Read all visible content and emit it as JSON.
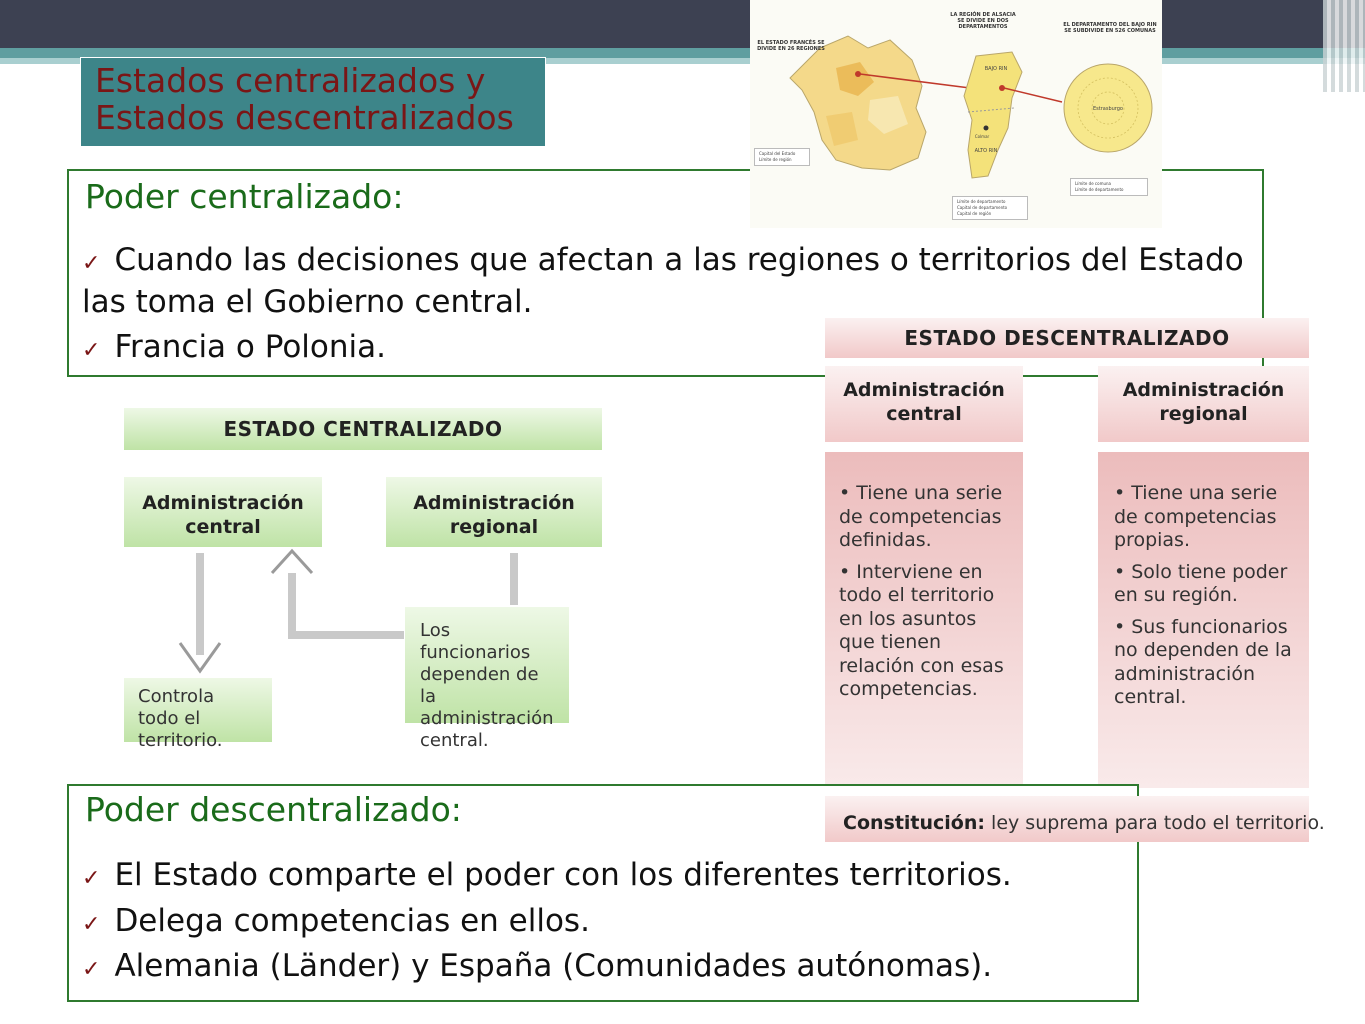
{
  "title": {
    "line1": "Estados centralizados y",
    "line2": "Estados descentralizados"
  },
  "map": {
    "caption_left": "EL ESTADO FRANCÉS SE DIVIDE EN 26 REGIONES",
    "caption_mid": "LA REGIÓN DE ALSACIA SE DIVIDE EN DOS DEPARTAMENTOS",
    "caption_right": "EL DEPARTAMENTO DEL BAJO RIN SE SUBDIVIDE EN 526 COMUNAS",
    "legend_left": [
      "Capital del Estado",
      "Límite de región"
    ],
    "legend_mid": [
      "Límite de departamento",
      "Capital de departamento",
      "Capital de región"
    ],
    "legend_right": [
      "Límite de comuna",
      "Límite de departamento"
    ],
    "label_bajo_rin": "BAJO RIN",
    "label_alto_rin": "ALTO RIN",
    "label_strasbourg": "Estrasburgo",
    "label_colmar": "Colmar"
  },
  "centralized": {
    "heading": "Poder centralizado:",
    "bullets": [
      "Cuando las decisiones que afectan a las regiones o territorios del Estado las toma el Gobierno central.",
      "Francia o Polonia."
    ]
  },
  "centralized_diagram": {
    "header": "ESTADO CENTRALIZADO",
    "admin_central": "Administración central",
    "admin_regional": "Administración regional",
    "controls": "Controla todo el territorio.",
    "officials": "Los funcionarios dependen de la administración central."
  },
  "decentralized_diagram": {
    "header": "ESTADO DESCENTRALIZADO",
    "admin_central": "Administración central",
    "admin_regional": "Administración regional",
    "central_points": [
      "• Tiene una serie de competencias definidas.",
      "• Interviene en todo el territorio en los asuntos que tienen relación con esas competencias."
    ],
    "regional_points": [
      "• Tiene una serie de competencias propias.",
      "• Solo tiene poder en su región.",
      "• Sus funcionarios no dependen de la administración central."
    ],
    "constitution_label": "Constitución:",
    "constitution_text": " ley suprema para todo el territorio."
  },
  "decentralized": {
    "heading": "Poder descentralizado:",
    "bullets": [
      "El Estado comparte el poder con los diferentes territorios.",
      "Delega competencias en ellos.",
      "Alemania (Länder) y España (Comunidades autónomas)."
    ]
  },
  "colors": {
    "title_bg": "#3d8589",
    "title_text": "#7a1616",
    "heading_green": "#1a6b1a",
    "panel_border": "#2f7a2f",
    "top_bar": "#3d4152"
  }
}
